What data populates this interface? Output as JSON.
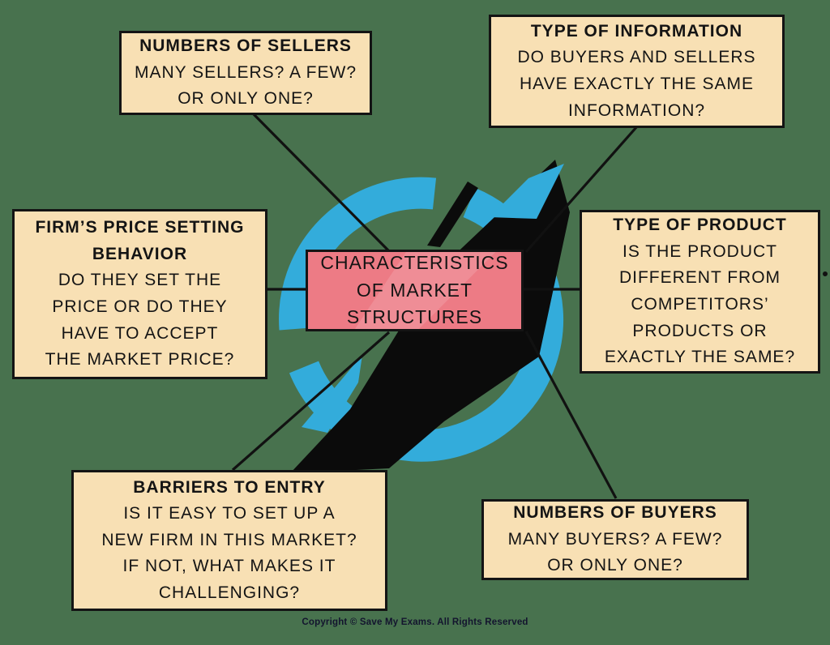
{
  "title": "Characteristics of Market Structures diagram",
  "colors": {
    "bg": "#48724E",
    "tan": "#F8E0B4",
    "pink": "#ED7B85",
    "blue": "#33ACDB",
    "bolt": "#0B0B0B",
    "ink": "#141414",
    "line": "#111111",
    "copyright": "#13142E"
  },
  "center": {
    "text": "CHARACTERISTICS\nOF MARKET\nSTRUCTURES"
  },
  "boxes": {
    "sellers": {
      "title": "NUMBERS OF SELLERS",
      "body": "MANY SELLERS? A FEW?\nOR ONLY ONE?"
    },
    "information": {
      "title": "TYPE OF INFORMATION",
      "body": "DO BUYERS AND SELLERS\nHAVE EXACTLY THE SAME\nINFORMATION?"
    },
    "price": {
      "title": "FIRM’S PRICE SETTING\nBEHAVIOR",
      "body": "DO THEY SET THE\nPRICE OR DO THEY\nHAVE TO ACCEPT\nTHE MARKET PRICE?"
    },
    "product": {
      "title": "TYPE OF PRODUCT",
      "body": "IS THE PRODUCT\nDIFFERENT FROM\nCOMPETITORS’\nPRODUCTS OR\nEXACTLY THE SAME?"
    },
    "barriers": {
      "title": "BARRIERS TO ENTRY",
      "body": "IS IT EASY TO SET UP A\nNEW FIRM IN THIS MARKET?\nIF NOT, WHAT MAKES IT\nCHALLENGING?"
    },
    "buyers": {
      "title": "NUMBERS OF BUYERS",
      "body": "MANY BUYERS? A FEW?\nOR ONLY ONE?"
    }
  },
  "logo": {
    "name": "save-my-exams-cycle-and-lightning-logo"
  },
  "footer": {
    "copyright": "Copyright © Save My Exams. All Rights Reserved"
  }
}
